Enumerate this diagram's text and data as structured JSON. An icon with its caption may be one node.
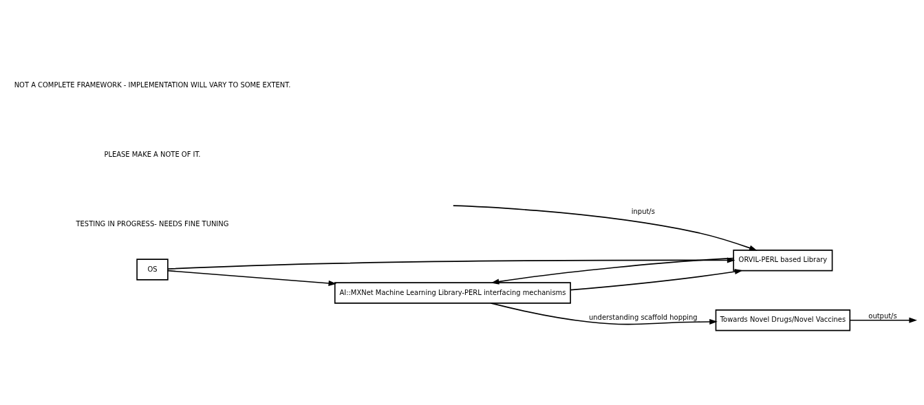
{
  "diagram": {
    "nodes": [
      {
        "text": [
          "Towards Novel Drugs/Novel Vaccines"
        ]
      },
      {
        "text": [
          "ORVIL-PERL based Library"
        ]
      },
      {
        "text": [
          "AI::MXNet Machine Learning Library-PERL interfacing mechanisms"
        ]
      },
      {
        "text": [
          "OS"
        ]
      }
    ],
    "edges": [
      {
        "from": null,
        "to": 1,
        "arrow": "to",
        "label": "input/s"
      },
      {
        "from": 1,
        "to": 2,
        "arrow": "to"
      },
      {
        "from": 2,
        "to": 1,
        "arrow": "to"
      },
      {
        "from": 2,
        "to": 0,
        "arrow": "to",
        "label": "understanding scaffold hopping"
      },
      {
        "from": 0,
        "to": null,
        "arrow": "to",
        "label": "output/s"
      },
      {
        "from": 3,
        "to": 1,
        "arrow": "to"
      },
      {
        "from": 3,
        "to": 2,
        "arrow": "to"
      }
    ],
    "labels": [
      "NOT A COMPLETE FRAMEWORK - IMPLEMENTATION WILL VARY TO SOME EXTENT.",
      "PLEASE MAKE A NOTE OF IT.",
      "TESTING IN PROGRESS- NEEDS FINE TUNING"
    ]
  }
}
